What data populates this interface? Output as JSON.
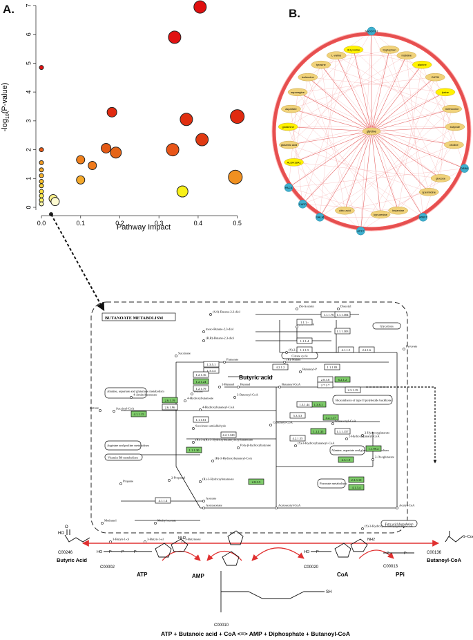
{
  "panels": {
    "a": "A.",
    "b": "B."
  },
  "chart_data": {
    "type": "scatter",
    "xlabel": "Pathway Impact",
    "ylabel": "-log10(P-value)",
    "xlim": [
      0,
      0.52
    ],
    "ylim": [
      0,
      7
    ],
    "xticks": [
      "0.0",
      "0.1",
      "0.2",
      "0.3",
      "0.4",
      "0.5"
    ],
    "yticks": [
      "0",
      "1",
      "2",
      "3",
      "4",
      "5",
      "6",
      "7"
    ],
    "points": [
      {
        "x": 0.405,
        "y": 6.95,
        "r": 9,
        "color": "#e01010"
      },
      {
        "x": 0.34,
        "y": 5.9,
        "r": 9,
        "color": "#e01212"
      },
      {
        "x": 0.0,
        "y": 4.85,
        "r": 3,
        "color": "#e01010"
      },
      {
        "x": 0.18,
        "y": 3.3,
        "r": 7,
        "color": "#e02a10"
      },
      {
        "x": 0.37,
        "y": 3.05,
        "r": 9,
        "color": "#e02f10"
      },
      {
        "x": 0.5,
        "y": 3.15,
        "r": 10,
        "color": "#e02a10"
      },
      {
        "x": 0.41,
        "y": 2.35,
        "r": 9,
        "color": "#e03a12"
      },
      {
        "x": 0.165,
        "y": 2.05,
        "r": 7,
        "color": "#e45a15"
      },
      {
        "x": 0.19,
        "y": 1.9,
        "r": 8,
        "color": "#e56518"
      },
      {
        "x": 0.335,
        "y": 2.0,
        "r": 9,
        "color": "#e85518"
      },
      {
        "x": 0.0,
        "y": 2.0,
        "r": 3,
        "color": "#e85a18"
      },
      {
        "x": 0.1,
        "y": 1.65,
        "r": 6,
        "color": "#f0801c"
      },
      {
        "x": 0.13,
        "y": 1.45,
        "r": 6,
        "color": "#ef7a1c"
      },
      {
        "x": 0.0,
        "y": 1.55,
        "r": 3,
        "color": "#f09a22"
      },
      {
        "x": 0.0,
        "y": 1.3,
        "r": 3,
        "color": "#f2a628"
      },
      {
        "x": 0.0,
        "y": 1.1,
        "r": 3,
        "color": "#f4b02a"
      },
      {
        "x": 0.0,
        "y": 0.9,
        "r": 3,
        "color": "#f6c030"
      },
      {
        "x": 0.0,
        "y": 0.75,
        "r": 3,
        "color": "#f8d036"
      },
      {
        "x": 0.1,
        "y": 0.95,
        "r": 6,
        "color": "#f4a82a"
      },
      {
        "x": 0.0,
        "y": 0.55,
        "r": 3,
        "color": "#f9dc40"
      },
      {
        "x": 0.0,
        "y": 0.4,
        "r": 3,
        "color": "#fae850"
      },
      {
        "x": 0.0,
        "y": 0.25,
        "r": 3,
        "color": "#fbf068"
      },
      {
        "x": 0.0,
        "y": 0.12,
        "r": 3,
        "color": "#fdf8b0"
      },
      {
        "x": 0.03,
        "y": 0.3,
        "r": 6,
        "color": "#fbf08a"
      },
      {
        "x": 0.035,
        "y": 0.2,
        "r": 6,
        "color": "#fdfad0"
      },
      {
        "x": 0.36,
        "y": 0.55,
        "r": 8,
        "color": "#f8f018"
      },
      {
        "x": 0.495,
        "y": 1.05,
        "r": 10,
        "color": "#f09020"
      }
    ]
  },
  "network": {
    "center": "glycine",
    "ring_nodes": [
      {
        "label": "NADDYN1",
        "color": "#3fb0cf"
      },
      {
        "label": "tryptophan",
        "color": "#f0d27a"
      },
      {
        "label": "histidine",
        "color": "#f0d27a"
      },
      {
        "label": "alanine",
        "color": "#fff200"
      },
      {
        "label": "GATM",
        "color": "#f0d27a"
      },
      {
        "label": "lysine",
        "color": "#fff200"
      },
      {
        "label": "methionine",
        "color": "#f0d27a"
      },
      {
        "label": "butyrate",
        "color": "#f0d27a"
      },
      {
        "label": "choline",
        "color": "#f0d27a"
      },
      {
        "label": "DRIN1",
        "color": "#3fb0cf"
      },
      {
        "label": "glucose",
        "color": "#f0d27a"
      },
      {
        "label": "spermidine",
        "color": "#f0d27a"
      },
      {
        "label": "WNNT",
        "color": "#3fb0cf"
      },
      {
        "label": "histamine",
        "color": "#f0d27a"
      },
      {
        "label": "kynurenine",
        "color": "#f0d27a"
      },
      {
        "label": "ACLY",
        "color": "#3fb0cf"
      },
      {
        "label": "citric acid",
        "color": "#f0d27a"
      },
      {
        "label": "GALM",
        "color": "#3fb0cf"
      },
      {
        "label": "CAPD",
        "color": "#3fb0cf"
      },
      {
        "label": "PACS",
        "color": "#3fb0cf"
      },
      {
        "label": "ALDH18A1",
        "color": "#fff200"
      },
      {
        "label": "glutamic acid",
        "color": "#f0d27a"
      },
      {
        "label": "glutamine",
        "color": "#fff200"
      },
      {
        "label": "aspartate",
        "color": "#f0d27a"
      },
      {
        "label": "asparagine",
        "color": "#f0d27a"
      },
      {
        "label": "isoleucine",
        "color": "#f0d27a"
      },
      {
        "label": "tyrosine",
        "color": "#f0d27a"
      },
      {
        "label": "L-valine",
        "color": "#f0d27a"
      },
      {
        "label": "3H-proline",
        "color": "#fff200"
      }
    ]
  },
  "kegg": {
    "title": "BUTANOATE METABOLISM",
    "butyric_acid": "Butyric acid",
    "compounds": [
      "(S,S)-Butane-2,3-diol",
      "meso-Butane-2,3-diol",
      "(R,R)-Butane-2,3-diol",
      "(R)-Acetoin",
      "(S)-Acetoin",
      "Diacetyl",
      "(S)-2-Acetolactate",
      "Glycolysis",
      "Pyruvate",
      "Citrate cycle",
      "Succinate",
      "Fumarate",
      "(R)-Malate",
      "Butanoyl-P",
      "Butanoyl-CoA",
      "Succinyl-CoA",
      "Butane",
      "1-Butanol",
      "Butanal",
      "4-Aminobutanoate",
      "4-Hydroxybutanoate",
      "3-Butenoyl-CoA",
      "L-Glutamate",
      "Succinate semialdehyde",
      "4-Hydroxybutanoyl-CoA",
      "Crotonoyl-CoA",
      "Glutaconyl-CoA",
      "2-Hydroxyglutaryl-CoA",
      "2-Hydroxyglutarate",
      "2-Oxoglutarate",
      "(R)-3-((R)-3-Hydroxybutanoyloxy)butanoate",
      "Poly-β-hydroxybutyrate",
      "(R)-3-Hydroxybutanoyl-CoA",
      "(S)-3-Hydroxybutanoyl-CoA",
      "Propane",
      "2-Propanol",
      "(R)-3-Hydroxybutanoate",
      "Methanol",
      "Methyl acetate",
      "Acetone",
      "Acetoacetate",
      "Acetoacetyl-CoA",
      "Acetyl-CoA",
      "(S)-3-Hydroxy-3-methylglutaryl-CoA",
      "3-Butyn-1-ol",
      "3-Butyn-1-al",
      "3-Butynoate",
      "Fatty acid degradation"
    ],
    "maps": [
      "Alanine, aspartate and glutamate metabolism",
      "Arginine and proline metabolism",
      "Vitamin B6 metabolism",
      "Biosynthesis of type II polyketide backbone",
      "Alanine, aspartate and glutamate metabolism",
      "Pyruvate metabolism"
    ],
    "enzymes": [
      {
        "ec": "1.1.1.76",
        "g": false
      },
      {
        "ec": "1.1.1.304",
        "g": false
      },
      {
        "ec": "1.1.1.-",
        "g": false
      },
      {
        "ec": "1.1.1.4",
        "g": false
      },
      {
        "ec": "1.1.1.303",
        "g": false
      },
      {
        "ec": "1.1.1.5",
        "g": false
      },
      {
        "ec": "2.2.1.6",
        "g": false
      },
      {
        "ec": "4.1.1.5",
        "g": false
      },
      {
        "ec": "1.3.5.1",
        "g": false
      },
      {
        "ec": "1.3.4.4",
        "g": false
      },
      {
        "ec": "4.2.1.2",
        "g": false
      },
      {
        "ec": "1.1.1.83",
        "g": false
      },
      {
        "ec": "2.8.3.8",
        "g": false
      },
      {
        "ec": "6.2.1.2",
        "g": true
      },
      {
        "ec": "2.3.1.19",
        "g": false
      },
      {
        "ec": "2.7.2.7",
        "g": false
      },
      {
        "ec": "1.2.1.16",
        "g": false
      },
      {
        "ec": "1.2.1.24",
        "g": true
      },
      {
        "ec": "1.2.1.79",
        "g": false
      },
      {
        "ec": "2.6.1.19",
        "g": true
      },
      {
        "ec": "2.6.1.96",
        "g": false
      },
      {
        "ec": "4.1.1.15",
        "g": true
      },
      {
        "ec": "1.1.1.61",
        "g": false
      },
      {
        "ec": "1.3.8.1",
        "g": true
      },
      {
        "ec": "1.3.1.44",
        "g": false
      },
      {
        "ec": "4.2.1.17",
        "g": true
      },
      {
        "ec": "1.1.1.35",
        "g": true
      },
      {
        "ec": "1.1.1.157",
        "g": false
      },
      {
        "ec": "2.3.1.9",
        "g": true
      },
      {
        "ec": "2.3.3.10",
        "g": true
      },
      {
        "ec": "4.1.3.4",
        "g": true
      },
      {
        "ec": "2.8.3.5",
        "g": true
      },
      {
        "ec": "1.1.1.30",
        "g": true
      },
      {
        "ec": "4.2.1.55",
        "g": false
      },
      {
        "ec": "1.1.99.2",
        "g": true
      },
      {
        "ec": "4.1.1.4",
        "g": false
      },
      {
        "ec": "4.2.1.120",
        "g": false
      },
      {
        "ec": "5.3.3.3",
        "g": false
      }
    ],
    "ec_dashes": {
      "ec_6_2_1_16": "6.2.1.16",
      "ec_2_8_3_8": "2.8.3.8"
    }
  },
  "reaction": {
    "left": [
      {
        "id": "C00246",
        "name": "Butyric Acid"
      },
      {
        "id": "C00002",
        "name": "ATP"
      },
      {
        "id": "C00020",
        "name": "AMP"
      },
      {
        "id": "C00010",
        "name": "CoA"
      },
      {
        "id": "C00013",
        "name": "PPi"
      }
    ],
    "product": {
      "id": "C00136",
      "name": "Butanoyl-CoA"
    },
    "equation": "ATP + Butanoic acid + CoA <=> AMP + Diphosphate + Butanoyl-CoA",
    "sh": "SH",
    "nh2": "NH2"
  }
}
